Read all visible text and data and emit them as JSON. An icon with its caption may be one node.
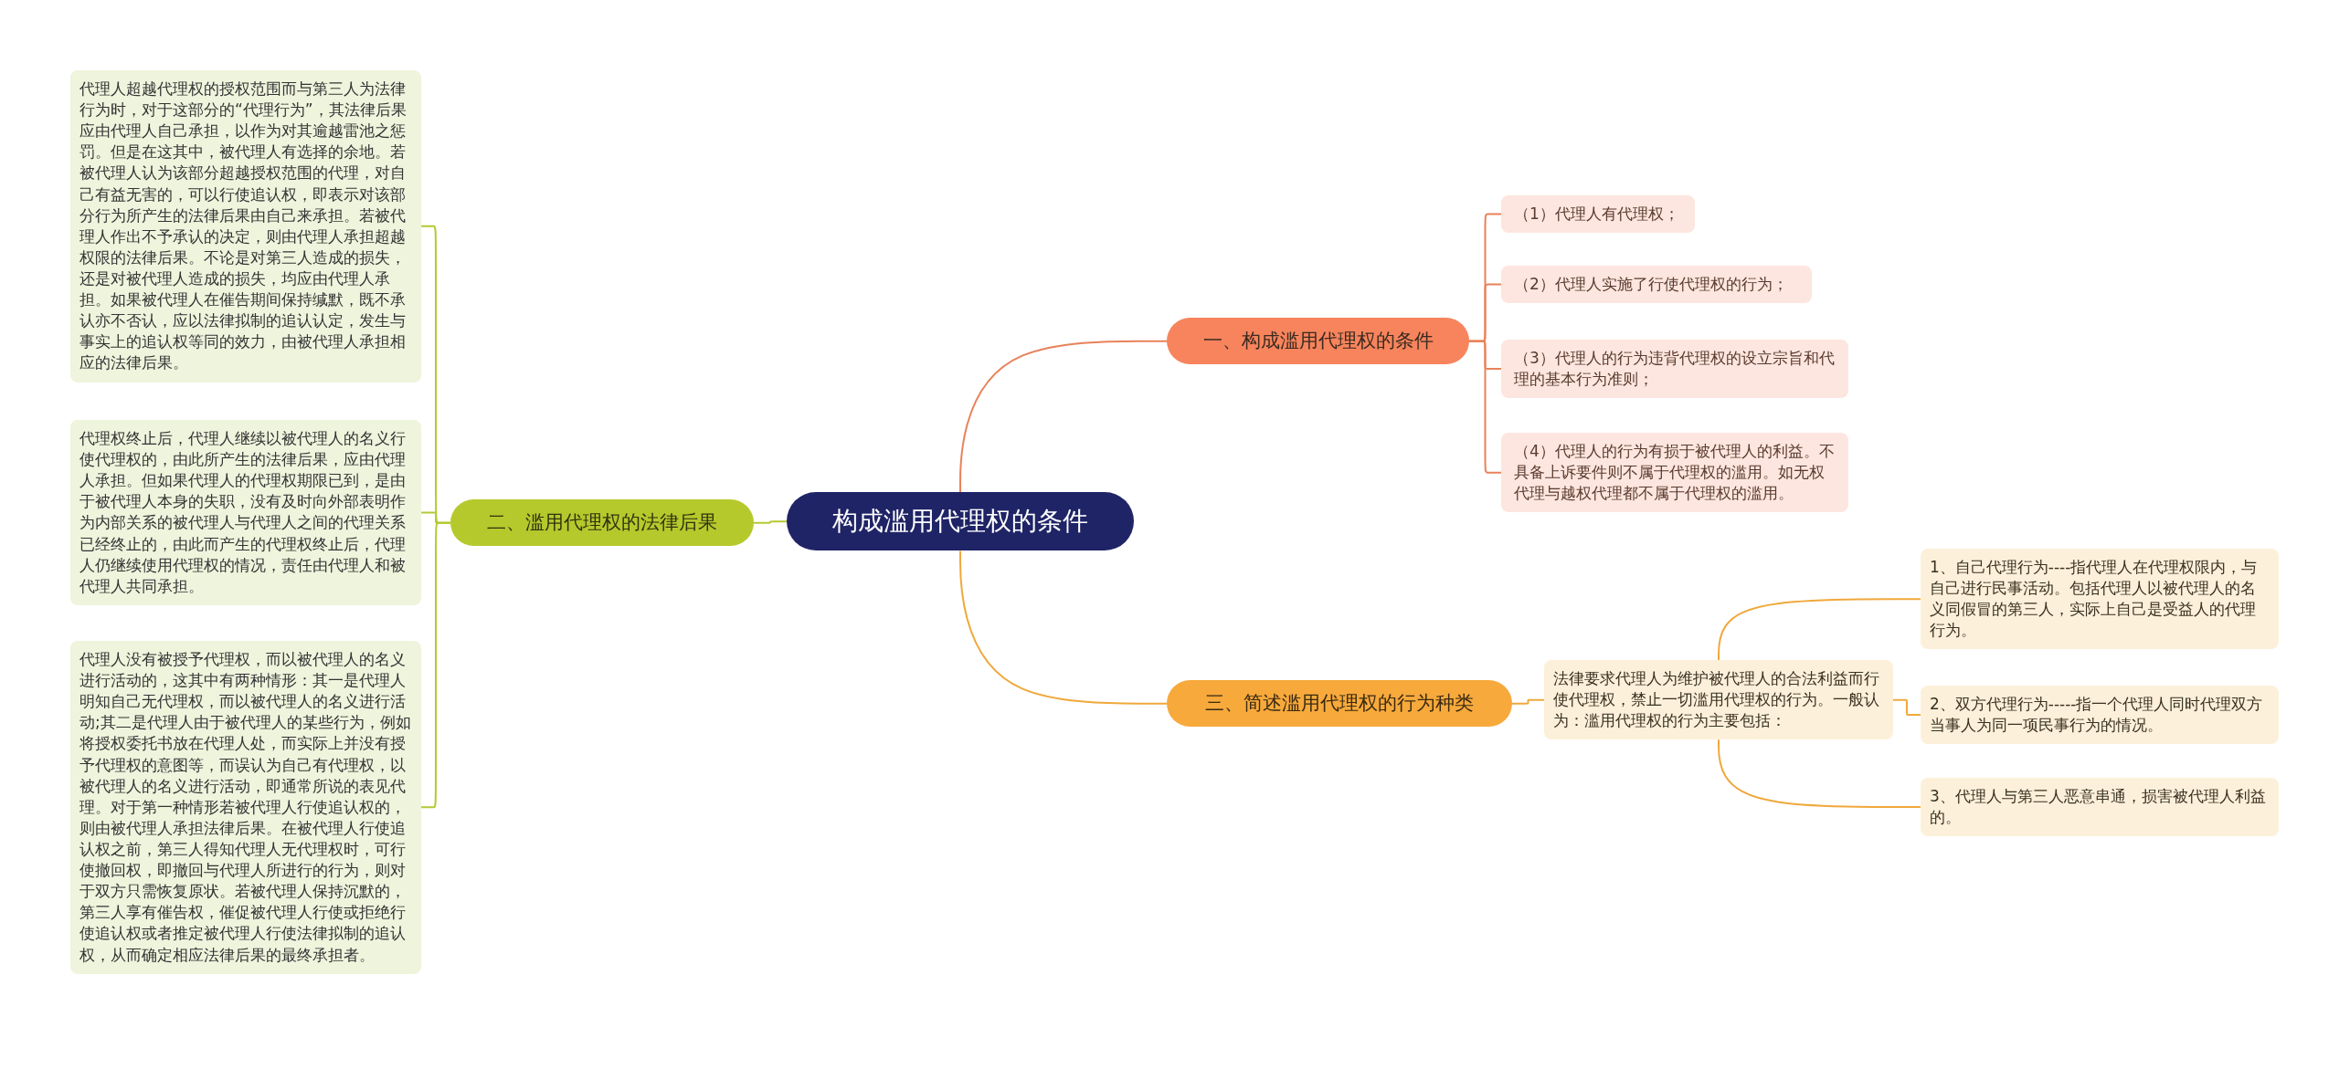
{
  "diagram": {
    "nodes": [
      {
        "text": [
          "构成滥用代理权的条件"
        ]
      },
      {
        "text": [
          "一、构成滥用代理权的条件"
        ]
      },
      {
        "text": [
          "（1）代理人有代理权；"
        ]
      },
      {
        "text": [
          "（2）代理人实施了行使代理权的行为；"
        ]
      },
      {
        "text": [
          "（3）代理人的行为违背代理权的设立宗旨和代理的基本行为准则；"
        ]
      },
      {
        "text": [
          "（4）代理人的行为有损于被代理人的利益。不具备上诉要件则不属于代理权的滥用。如无权代理与越权代理都不属于代理权的滥用。"
        ]
      },
      {
        "text": [
          "二、滥用代理权的法律后果"
        ]
      },
      {
        "text": [
          "代理人超越代理权的授权范围而与第三人为法律行为时，对于这部分的“代理行为”，其法律后果应由代理人自己承担，以作为对其逾越雷池之惩罚。但是在这其中，被代理人有选择的余地。若被代理人认为该部分超越授权范围的代理，对自己有益无害的，可以行使追认权，即表示对该部分行为所产生的法律后果由自己来承担。若被代理人作出不予承认的决定，则由代理人承担超越权限的法律后果。不论是对第三人造成的损失，还是对被代理人造成的损失，均应由代理人承担。如果被代理人在催告期间保持缄默，既不承认亦不否认，应以法律拟制的追认认定，发生与事实上的追认权等同的效力，由被代理人承担相应的法律后果。"
        ]
      },
      {
        "text": [
          "代理权终止后，代理人继续以被代理人的名义行使代理权的，由此所产生的法律后果，应由代理人承担。但如果代理人的代理权期限已到，是由于被代理人本身的失职，没有及时向外部表明作为内部关系的被代理人与代理人之间的代理关系已经终止的，由此而产生的代理权终止后，代理人仍继续使用代理权的情况，责任由代理人和被代理人共同承担。"
        ]
      },
      {
        "text": [
          "代理人没有被授予代理权，而以被代理人的名义进行活动的，这其中有两种情形：其一是代理人明知自己无代理权，而以被代理人的名义进行活动;其二是代理人由于被代理人的某些行为，例如将授权委托书放在代理人处，而实际上并没有授予代理权的意图等，而误认为自己有代理权，以被代理人的名义进行活动，即通常所说的表见代理。对于第一种情形若被代理人行使追认权的，则由被代理人承担法律后果。在被代理人行使追认权之前，第三人得知代理人无代理权时，可行使撤回权，即撤回与代理人所进行的行为，则对于双方只需恢复原状。若被代理人保持沉默的，第三人享有催告权，催促被代理人行使或拒绝行使追认权或者推定被代理人行使法律拟制的追认权，从而确定相应法律后果的最终承担者。"
        ]
      },
      {
        "text": [
          "三、简述滥用代理权的行为种类"
        ]
      },
      {
        "text": [
          "法律要求代理人为维护被代理人的合法利益而行使代理权，禁止一切滥用代理权的行为。一般认为：滥用代理权的行为主要包括："
        ]
      },
      {
        "text": [
          "1、自己代理行为----指代理人在代理权限内，与自己进行民事活动。包括代理人以被代理人的名义同假冒的第三人，实际上自己是受益人的代理行为。"
        ]
      },
      {
        "text": [
          "2、双方代理行为-----指一个代理人同时代理双方当事人为同一项民事行为的情况。"
        ]
      },
      {
        "text": [
          "3、代理人与第三人恶意串通，损害被代理人利益的。"
        ]
      }
    ],
    "edges": [
      {
        "from": 0,
        "to": 1,
        "arrow": "none",
        "color": "#e8825a"
      },
      {
        "from": 1,
        "to": 2,
        "arrow": "none",
        "color": "#e8825a"
      },
      {
        "from": 1,
        "to": 3,
        "arrow": "none",
        "color": "#e8825a"
      },
      {
        "from": 1,
        "to": 4,
        "arrow": "none",
        "color": "#e8825a"
      },
      {
        "from": 1,
        "to": 5,
        "arrow": "none",
        "color": "#e8825a"
      },
      {
        "from": 0,
        "to": 6,
        "arrow": "none",
        "color": "#b5c932"
      },
      {
        "from": 6,
        "to": 7,
        "arrow": "none",
        "color": "#b5c932"
      },
      {
        "from": 6,
        "to": 8,
        "arrow": "none",
        "color": "#b5c932"
      },
      {
        "from": 6,
        "to": 9,
        "arrow": "none",
        "color": "#b5c932"
      },
      {
        "from": 0,
        "to": 10,
        "arrow": "none",
        "color": "#f0a83c"
      },
      {
        "from": 10,
        "to": 11,
        "arrow": "none",
        "color": "#f0a83c"
      },
      {
        "from": 11,
        "to": 12,
        "arrow": "none",
        "color": "#f0a83c"
      },
      {
        "from": 11,
        "to": 13,
        "arrow": "none",
        "color": "#f0a83c"
      },
      {
        "from": 11,
        "to": 14,
        "arrow": "none",
        "color": "#f0a83c"
      }
    ]
  }
}
